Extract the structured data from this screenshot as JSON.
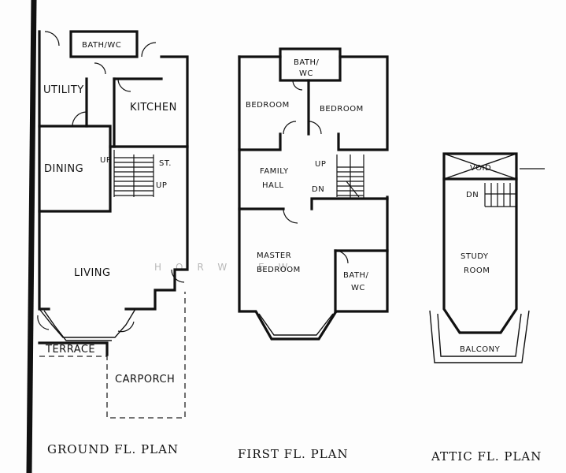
{
  "watermark": "HORW      EW",
  "ground_floor": {
    "title": "GROUND FL. PLAN",
    "rooms": {
      "bath": "BATH/WC",
      "utility": "UTILITY",
      "kitchen": "KITCHEN",
      "dining": "DINING",
      "living": "LIVING",
      "terrace": "TERRACE",
      "carporch": "CARPORCH"
    },
    "stair": {
      "up_left": "UP",
      "up_right": "UP",
      "st": "ST."
    }
  },
  "first_floor": {
    "title": "FIRST FL. PLAN",
    "rooms": {
      "bath_top_line1": "BATH/",
      "bath_top_line2": "WC",
      "bedroom_left": "BEDROOM",
      "bedroom_right": "BEDROOM",
      "family_hall_line1": "FAMILY",
      "family_hall_line2": "HALL",
      "master_line1": "MASTER",
      "master_line2": "BEDROOM",
      "bath_bottom_line1": "BATH/",
      "bath_bottom_line2": "WC"
    },
    "stair": {
      "up": "UP",
      "dn": "DN"
    }
  },
  "attic": {
    "title": "ATTIC FL. PLAN",
    "rooms": {
      "void": "VOID",
      "study_line1": "STUDY",
      "study_line2": "ROOM",
      "balcony": "BALCONY"
    },
    "stair": {
      "dn": "DN"
    }
  }
}
